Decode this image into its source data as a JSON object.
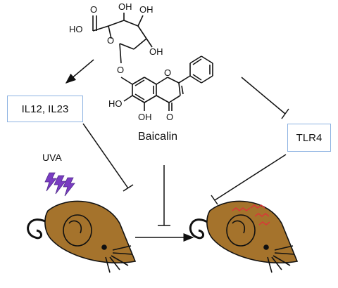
{
  "compound": {
    "name": "Baicalin",
    "atom_labels": {
      "carboxyl_ho": "HO",
      "carboxyl_o": "O",
      "oh_top1": "OH",
      "oh_top2": "OH",
      "oh_right": "OH",
      "ring_o": "O",
      "linker_o": "O",
      "chromone_o": "O",
      "ho_left": "HO",
      "oh_bottom": "OH",
      "keto_o": "O"
    }
  },
  "nodes": {
    "cytokines": "IL12, IL23",
    "receptor": "TLR4",
    "stimulus": "UVA"
  },
  "colors": {
    "box_border": "#8db3e2",
    "mouse_body": "#a5732c",
    "lightning": "#7a3cc2",
    "wrinkles": "#e0303a"
  }
}
